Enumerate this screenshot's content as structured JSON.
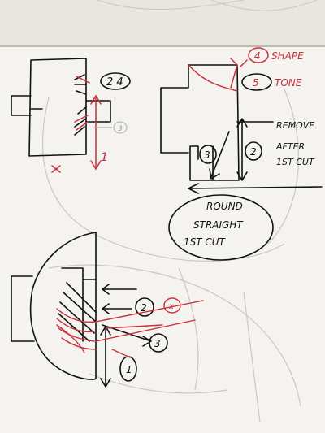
{
  "colors": {
    "wall": "#dcd9d2",
    "wall_top": "#e9e6df",
    "paper": "#f4f3ef",
    "paper_shadow": "#cfccc5",
    "black_ink": "#111111",
    "red_ink": "#c8303a",
    "faint_pencil": "#c9c7c2"
  },
  "annotations": {
    "top_right": {
      "note_shape": "SHAPE",
      "note_tone": "TONE",
      "num_4": "4",
      "num_5": "5",
      "remove_1": "REMOVE",
      "remove_2": "AFTER",
      "remove_3": "1ST CUT",
      "num_3": "3",
      "num_2": "2",
      "oval_1": "ROUND",
      "oval_2": "STRAIGHT",
      "oval_3": "1ST CUT"
    },
    "top_left": {
      "circled": "2 4",
      "small_circle": "3",
      "num_1": "1",
      "cross": "x"
    },
    "bottom": {
      "num_2": "2",
      "num_3": "3",
      "num_1": "1",
      "cross": "x"
    }
  }
}
